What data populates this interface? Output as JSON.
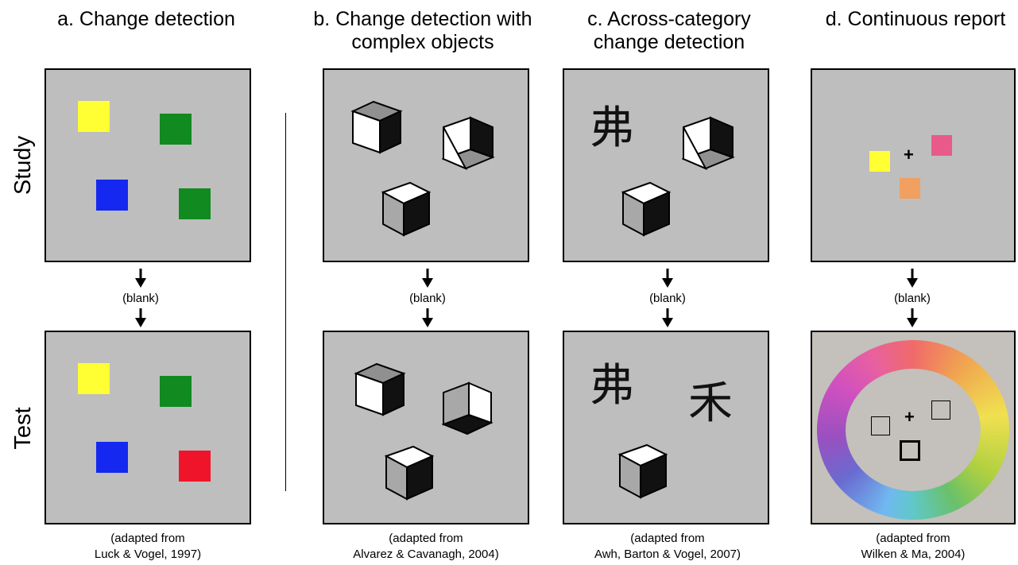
{
  "titles": {
    "a": "a. Change detection",
    "b_line1": "b. Change detection with",
    "b_line2": "complex objects",
    "c_line1": "c. Across-category",
    "c_line2": "change detection",
    "d": "d. Continuous report"
  },
  "row_labels": {
    "study": "Study",
    "test": "Test"
  },
  "blank_label": "(blank)",
  "captions": {
    "a": [
      "(adapted from",
      "Luck & Vogel, 1997)"
    ],
    "b": [
      "(adapted from",
      "Alvarez & Cavanagh, 2004)"
    ],
    "c": [
      "(adapted from",
      "Awh, Barton & Vogel, 2007)"
    ],
    "d": [
      "(adapted from",
      "Wilken & Ma, 2004)"
    ]
  },
  "characters": {
    "char1": "弗",
    "char2": "禾"
  },
  "fixation": "+",
  "colors": {
    "panel_bg": "#bebebe",
    "yellow": "#ffff33",
    "green": "#118a1f",
    "blue": "#1428f0",
    "red": "#f0142a",
    "pink": "#e85a8a",
    "orange": "#f0a060",
    "wheel_bg": "#c4c0bb"
  }
}
